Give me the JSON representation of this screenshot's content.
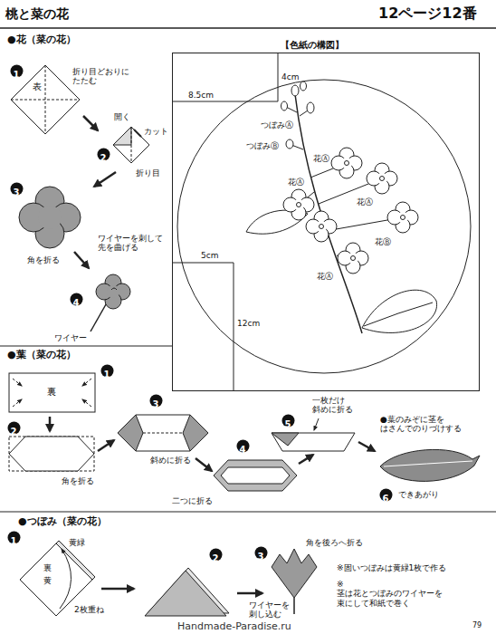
{
  "diagram": {
    "title": "桃と菜の花",
    "nodes": [
      {
        "text": [
          "1"
        ]
      },
      {
        "text": [
          "2"
        ]
      },
      {
        "text": [
          "3"
        ]
      },
      {
        "text": [
          "4"
        ]
      },
      {
        "text": [
          "【色紙の構図】"
        ]
      },
      {
        "text": [
          "1"
        ]
      },
      {
        "text": [
          "2"
        ]
      },
      {
        "text": [
          "3"
        ]
      },
      {
        "text": [
          "4"
        ]
      },
      {
        "text": [
          "5"
        ]
      },
      {
        "text": [
          "6"
        ]
      },
      {
        "text": [
          "1"
        ]
      },
      {
        "text": [
          "2"
        ]
      },
      {
        "text": [
          "3"
        ]
      }
    ],
    "labels": [
      "12ページ12番",
      "●花（菜の花）",
      "表",
      "折り目どおりに たたむ",
      "開く",
      "カット",
      "折り目",
      "角を折る",
      "ワイヤーを刺して 先を曲げる",
      "ワイヤー",
      "4cm",
      "8.5cm",
      "つぼみⒶ",
      "つぼみⒷ",
      "花Ⓐ",
      "花Ⓐ",
      "花Ⓐ",
      "花Ⓑ",
      "5cm",
      "花Ⓐ",
      "12cm",
      "●葉（菜の花）",
      "裏",
      "角を折る",
      "斜めに折る",
      "一枚だけ 斜めに折る",
      "●葉のみぞに茎を はさんでのりづけする",
      "二つに折る",
      "できあがり",
      "●つぼみ（菜の花）",
      "黄緑",
      "裏",
      "黄",
      "2枚重ね",
      "角を後ろへ折る",
      "ワイヤーを 刺し込む",
      "※固いつぼみは黄緑1枚で作る",
      "※茎は花とつぼみのワイヤーを 束にして和紙で巻く",
      "Handmade-Paradise.ru",
      "79"
    ]
  }
}
